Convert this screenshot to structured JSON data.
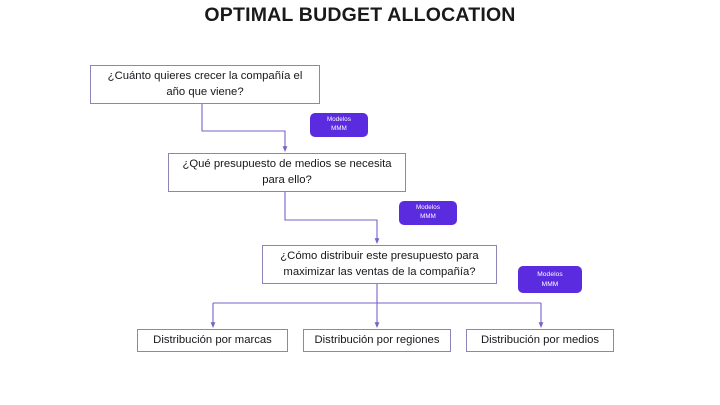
{
  "page": {
    "title": "OPTIMAL BUDGET ALLOCATION",
    "background_color": "#ffffff"
  },
  "theme": {
    "box_border_color": "#8c85b8",
    "box_fill_color": "#ffffff",
    "text_color": "#17171c",
    "connector_color": "#7b61c9",
    "badge_fill_color": "#5b2be0",
    "badge_text_color": "#ffffff",
    "title_color": "#1a1a1a"
  },
  "diagram": {
    "type": "flowchart",
    "orientation": "top-down",
    "nodes": [
      {
        "id": "q1",
        "label": "¿Cuánto quieres crecer la compañía el año que viene?",
        "kind": "question"
      },
      {
        "id": "q2",
        "label": "¿Qué presupuesto de medios se necesita para ello?",
        "kind": "question"
      },
      {
        "id": "q3",
        "label": "¿Cómo distribuir este presupuesto para maximizar las ventas de la compañía?",
        "kind": "question"
      },
      {
        "id": "leaf1",
        "label": "Distribución por marcas",
        "kind": "outcome"
      },
      {
        "id": "leaf2",
        "label": "Distribución por regiones",
        "kind": "outcome"
      },
      {
        "id": "leaf3",
        "label": "Distribución por medios",
        "kind": "outcome"
      }
    ],
    "badges": [
      {
        "id": "badge1",
        "line1": "Modelos",
        "line2": "MMM"
      },
      {
        "id": "badge2",
        "line1": "Modelos",
        "line2": "MMM"
      },
      {
        "id": "badge3",
        "line1": "Modelos",
        "line2": "MMM"
      }
    ],
    "edges": [
      {
        "from": "q1",
        "to": "q2",
        "style": "elbow-arrow"
      },
      {
        "from": "q2",
        "to": "q3",
        "style": "elbow-arrow"
      },
      {
        "from": "q3",
        "to": "leaf1",
        "style": "fan-arrow"
      },
      {
        "from": "q3",
        "to": "leaf2",
        "style": "straight-arrow"
      },
      {
        "from": "q3",
        "to": "leaf3",
        "style": "fan-arrow"
      }
    ]
  }
}
